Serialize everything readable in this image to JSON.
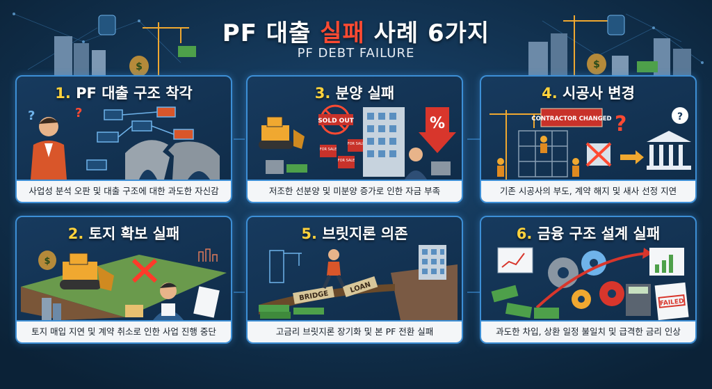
{
  "header": {
    "title_pre": "PF 대출 ",
    "title_highlight": "실패",
    "title_post": " 사례 6가지",
    "subtitle": "PF DEBT FAILURE"
  },
  "colors": {
    "background": "#0e2a44",
    "panel_border": "#3d8fd6",
    "highlight_red": "#ff4a32",
    "number_yellow": "#ffd23c",
    "caption_bg": "#f4f6f8"
  },
  "panels": [
    {
      "num": "1.",
      "title": "PF 대출 구조 착각",
      "caption": "사업성 분석 오판 및 대출 구조에 대한 과도한 자신감"
    },
    {
      "num": "3.",
      "title": "분양 실패",
      "caption": "저조한 선분양 및 미분양 증가로 인한 자금 부족",
      "sign_sold_out": "SOLD OUT",
      "sign_for_sale": "FOR SALE",
      "percent_symbol": "%"
    },
    {
      "num": "4.",
      "title": "시공사 변경",
      "caption": "기존 시공사의 부도, 계약 해지 및 새사 선정 지연",
      "badge": "CONTRACTOR CHANGED"
    },
    {
      "num": "2.",
      "title": "토지 확보 실패",
      "caption": "토지 매입 지연 및 계약 취소로 인한 사업 진행 중단"
    },
    {
      "num": "5.",
      "title": "브릿지론 의존",
      "caption": "고금리 브릿지론 장기화 및 본 PF 전환 실패",
      "bridge_label_1": "BRIDGE",
      "bridge_label_2": "LOAN"
    },
    {
      "num": "6.",
      "title": "금융 구조 설계 실패",
      "caption": "과도한 차입, 상환 일정 불일치 및 급격한 금리 인상",
      "stamp": "FAILED"
    }
  ]
}
